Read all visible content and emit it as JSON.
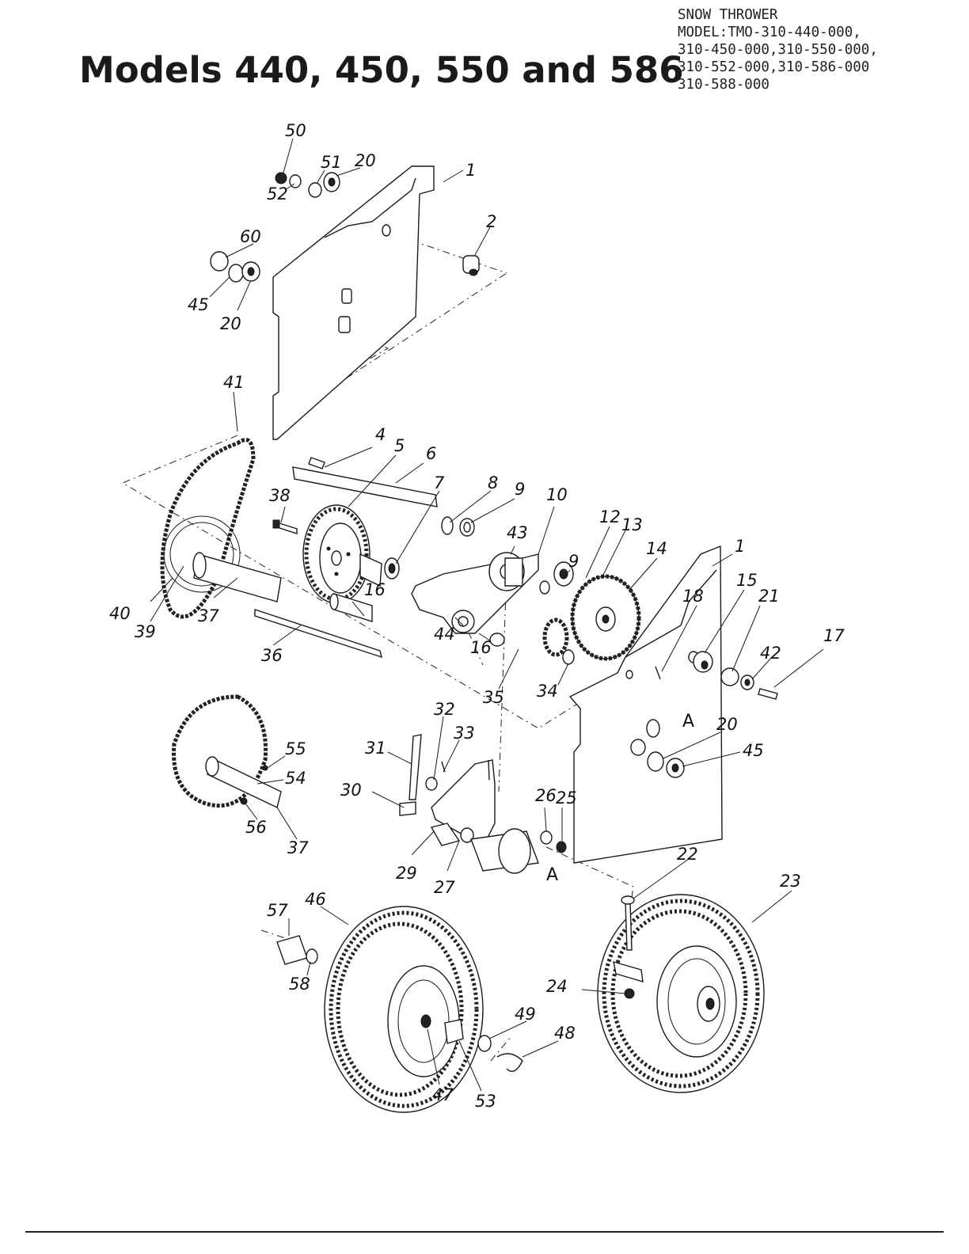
{
  "header": {
    "title": "Models 440, 450, 550 and 586",
    "model_lines": [
      "SNOW THROWER",
      "MODEL:TMO-310-440-000,",
      "310-450-000,310-550-000,",
      "310-552-000,310-586-000",
      "310-588-000"
    ]
  },
  "callouts": {
    "c1a": "1",
    "c1b": "1",
    "c2": "2",
    "c4": "4",
    "c5": "5",
    "c6": "6",
    "c7": "7",
    "c8": "8",
    "c9a": "9",
    "c9b": "9",
    "c10": "10",
    "c12": "12",
    "c13": "13",
    "c14": "14",
    "c15": "15",
    "c16a": "16",
    "c16b": "16",
    "c17": "17",
    "c18": "18",
    "c20a": "20",
    "c20b": "20",
    "c20c": "20",
    "c21": "21",
    "c22": "22",
    "c23": "23",
    "c24": "24",
    "c25": "25",
    "c26": "26",
    "c27": "27",
    "c29": "29",
    "c30": "30",
    "c31": "31",
    "c32": "32",
    "c33": "33",
    "c34": "34",
    "c35": "35",
    "c36": "36",
    "c37a": "37",
    "c37b": "37",
    "c38": "38",
    "c39": "39",
    "c40": "40",
    "c41": "41",
    "c42": "42",
    "c43": "43",
    "c44": "44",
    "c45a": "45",
    "c45b": "45",
    "c46": "46",
    "c47": "47",
    "c48": "48",
    "c49": "49",
    "c50": "50",
    "c51": "51",
    "c52": "52",
    "c53": "53",
    "c54": "54",
    "c55": "55",
    "c56": "56",
    "c57": "57",
    "c58": "58",
    "c60": "60",
    "refA1": "A",
    "refA2": "A"
  }
}
